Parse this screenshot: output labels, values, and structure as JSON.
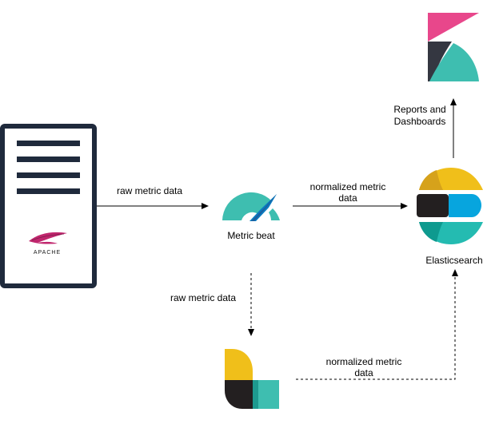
{
  "nodes": {
    "server": {
      "logo_text": "APACHE"
    },
    "metricbeat": {
      "label": "Metric beat"
    },
    "elasticsearch": {
      "label": "Elasticsearch"
    },
    "kibana": {},
    "logstash": {}
  },
  "edges": {
    "server_to_metricbeat": {
      "label": "raw metric data"
    },
    "metricbeat_to_elasticsearch": {
      "label_line1": "normalized metric",
      "label_line2": "data"
    },
    "metricbeat_to_logstash": {
      "label": "raw metric data"
    },
    "logstash_to_elasticsearch": {
      "label_line1": "normalized metric",
      "label_line2": "data"
    },
    "elasticsearch_to_kibana": {
      "label_line1": "Reports and",
      "label_line2": "Dashboards"
    }
  },
  "colors": {
    "server_frame": "#1f2a3c",
    "kibana_pink": "#e8478b",
    "kibana_dark": "#343741",
    "kibana_teal": "#3ebeb0",
    "beat_teal": "#3ebeb0",
    "beat_blue": "#0a7cc1",
    "es_yellow": "#f0bf1a",
    "es_dark": "#231f20",
    "es_blue": "#07a5de",
    "es_teal": "#24bbb1",
    "ls_yellow": "#f0bf1a",
    "ls_dark": "#231f20",
    "ls_teal": "#3ebeb0",
    "apache_feather": "#c0266d"
  }
}
